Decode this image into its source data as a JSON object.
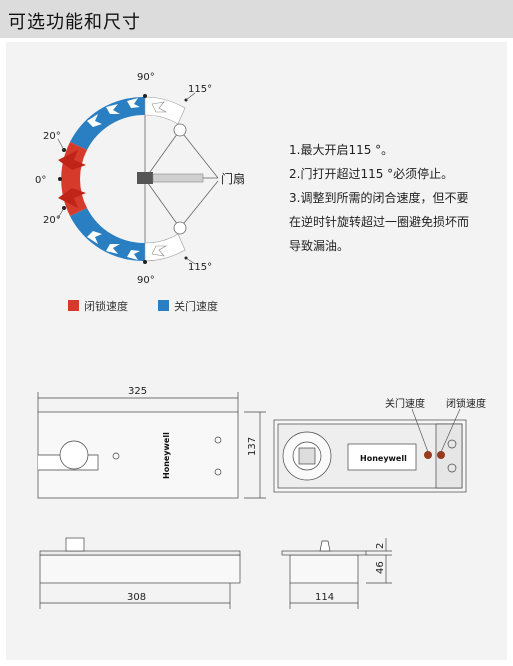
{
  "header": {
    "title": "可选功能和尺寸"
  },
  "angle_diagram": {
    "labels": {
      "top_90": "90°",
      "top_115": "115°",
      "upper_20": "20°",
      "zero": "0°",
      "lower_20": "20°",
      "bottom_90": "90°",
      "bottom_115": "115°",
      "door_leaf": "门扇"
    },
    "colors": {
      "closing_speed": "#d63a2a",
      "latching_speed": "#2a7ec2"
    }
  },
  "legend": {
    "closing_speed": "闭锁速度",
    "door_closing_speed": "关门速度"
  },
  "notes": [
    "1.最大开启115 °。",
    "2.门打开超过115 °必须停止。",
    "3.调整到所需的闭合速度，但不要",
    "在逆时针旋转超过一圈避免损坏而",
    "导致漏油。"
  ],
  "drawing": {
    "brand": "Honeywell",
    "dims": {
      "length_top": "325",
      "height_top": "137",
      "length_bottom": "308",
      "width_side": "114",
      "height_side": "46",
      "cap": "2"
    },
    "valve_labels": {
      "door_speed": "关门速度",
      "latch_speed": "闭锁速度"
    }
  }
}
